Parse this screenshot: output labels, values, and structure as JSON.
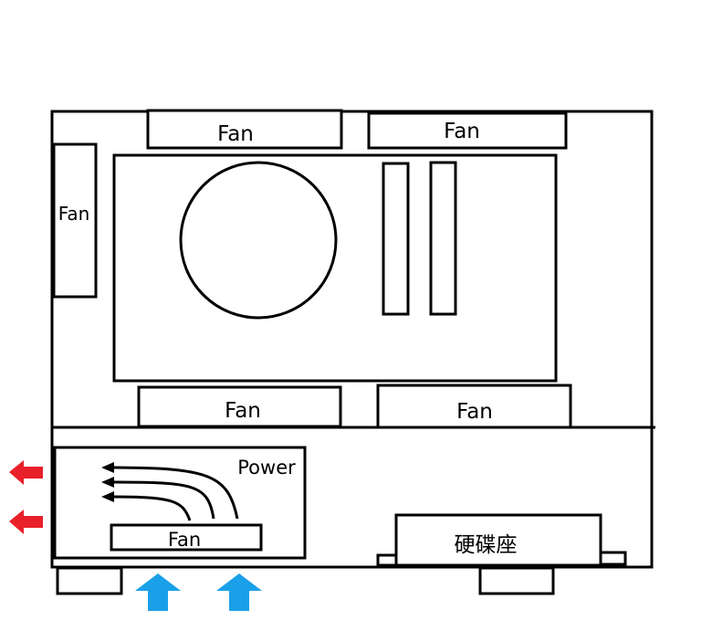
{
  "labels": {
    "fan_top_left": "Fan",
    "fan_top_right": "Fan",
    "fan_side": "Fan",
    "fan_bottom_left": "Fan",
    "fan_bottom_right": "Fan",
    "power": "Power",
    "power_fan": "Fan",
    "drive_bay": "硬碟座"
  },
  "colors": {
    "stroke": "#000000",
    "exhaust_arrow": "#e8202a",
    "intake_arrow": "#1aa0e8",
    "background": "#ffffff"
  }
}
